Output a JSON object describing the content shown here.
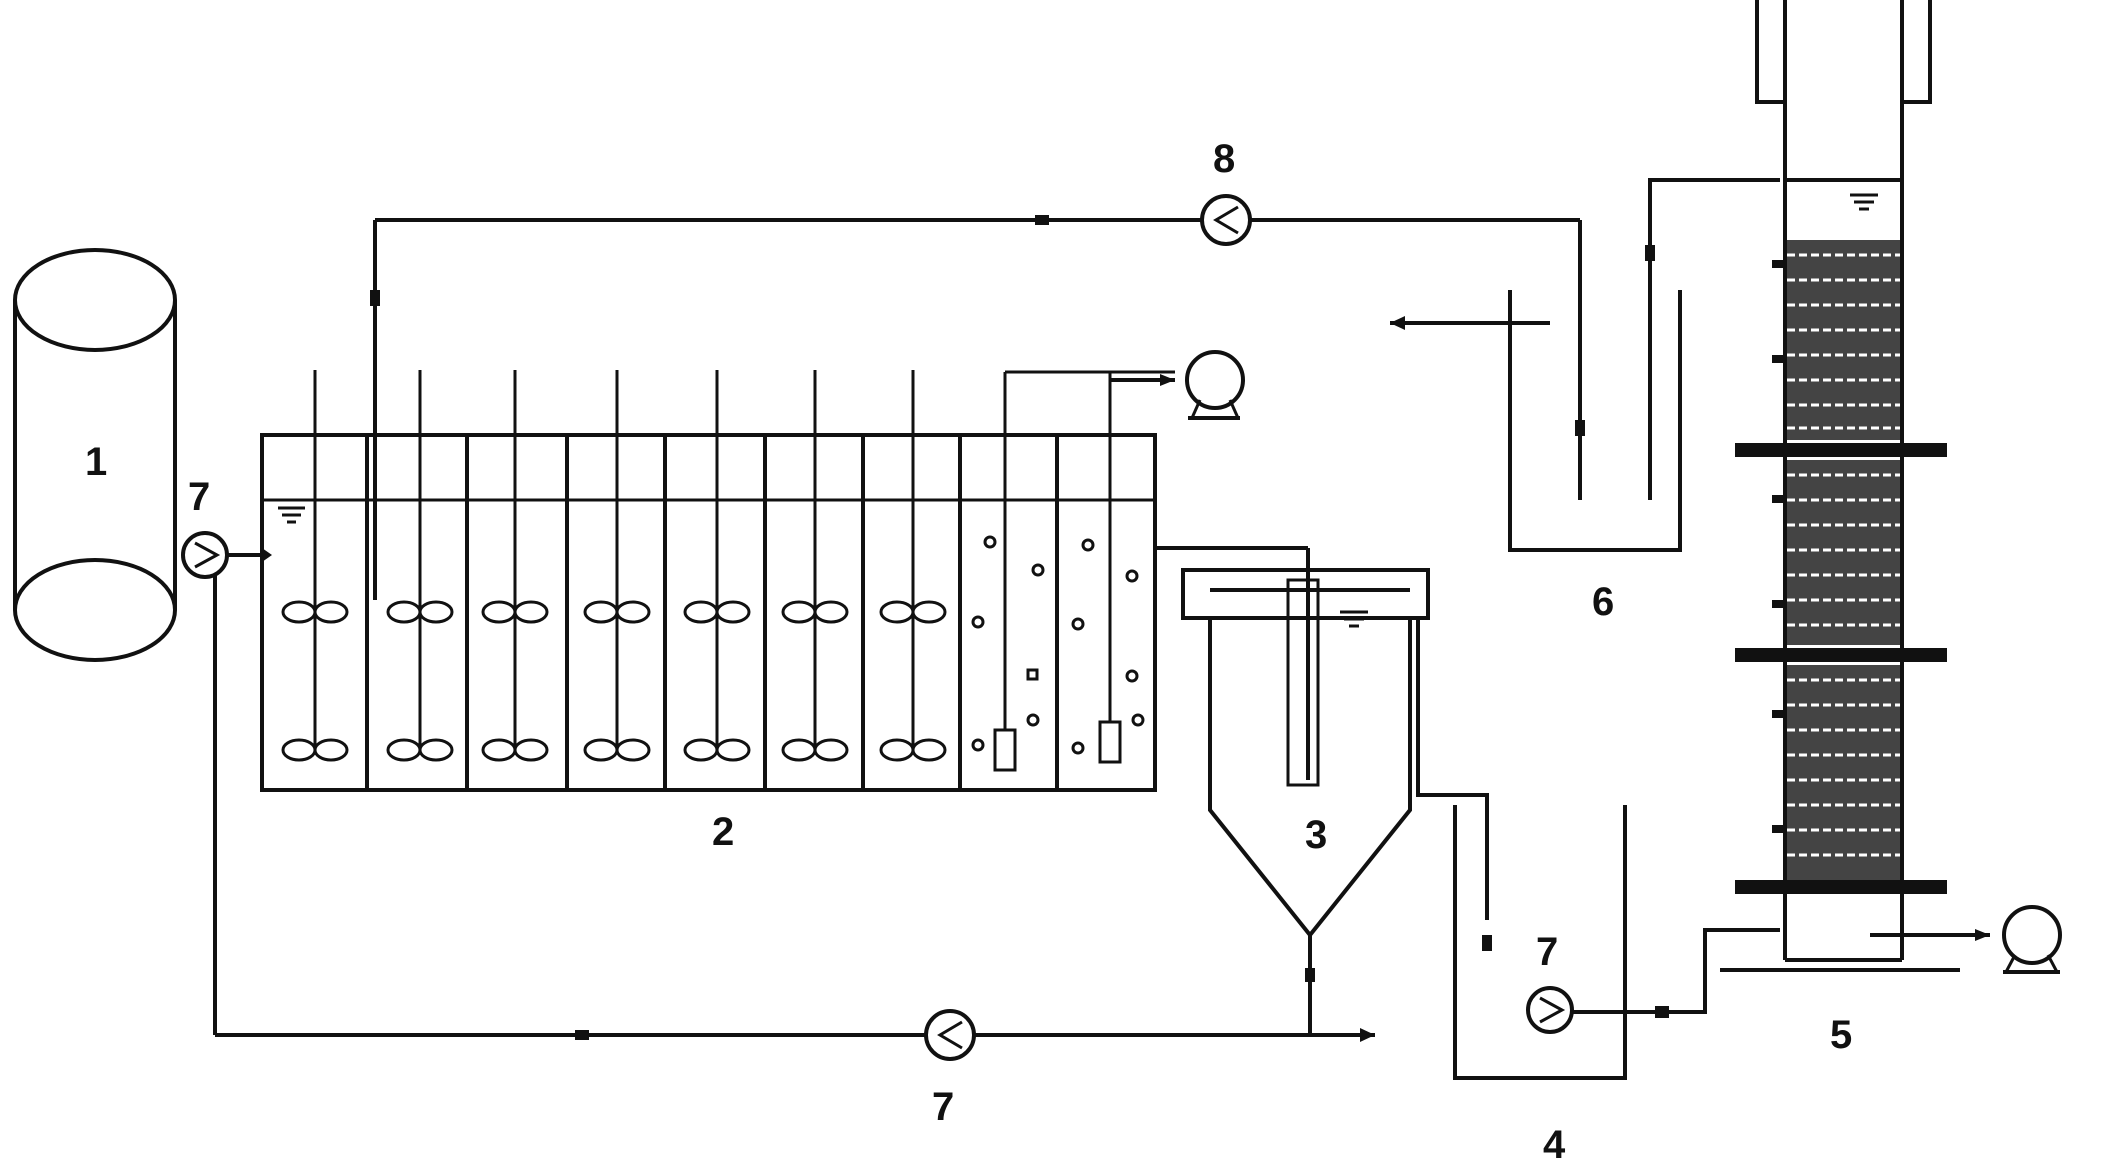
{
  "labels": {
    "raw_water_tank": "1",
    "a2o_reactor": "2",
    "clarifier": "3",
    "intermediate_tank": "4",
    "column_reactor": "5",
    "effluent_tank": "6",
    "inlet_pump": "7",
    "sludge_return_pump": "7",
    "feed_pump": "7",
    "recycle_pump": "8"
  },
  "colors": {
    "ink": "#111111",
    "background": "#ffffff"
  }
}
